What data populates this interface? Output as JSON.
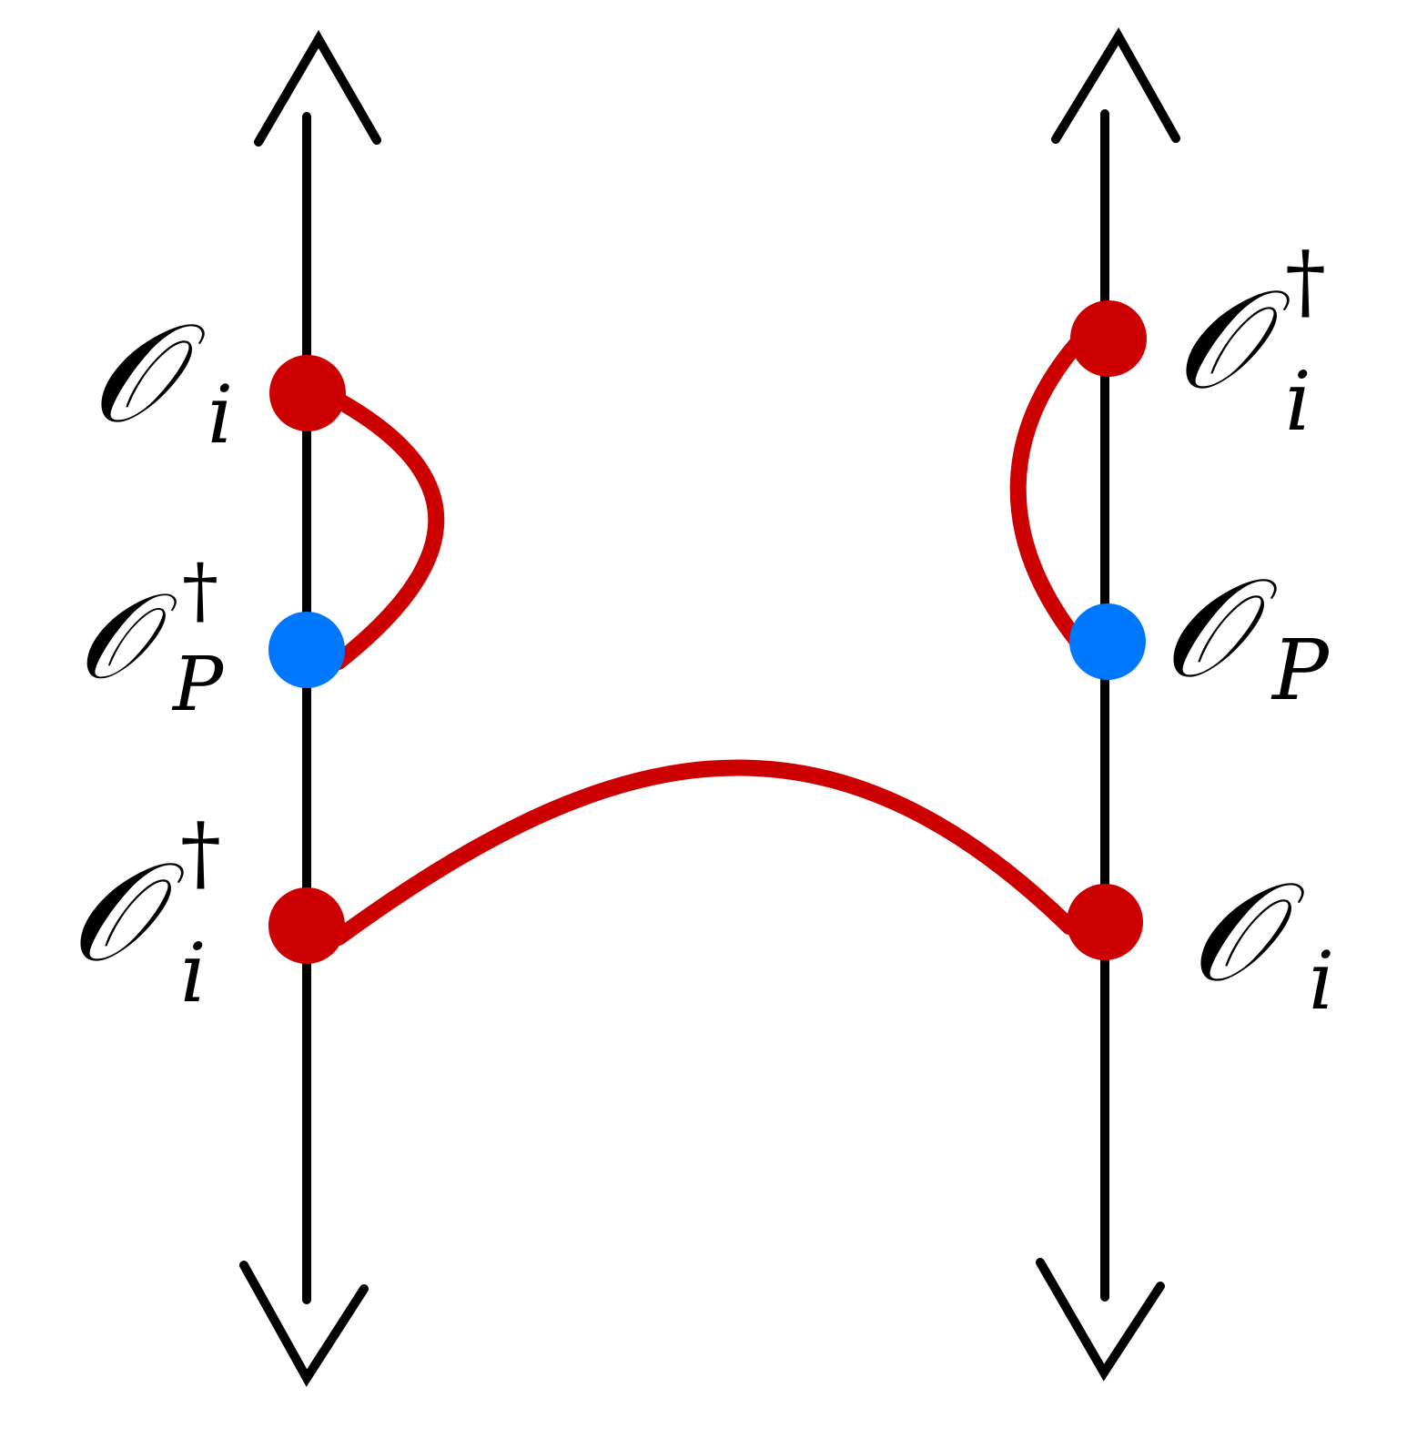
{
  "colors": {
    "axis": "#000000",
    "propagator": "#cc0000",
    "operator_node": "#cc0000",
    "probe_node": "#0077ff",
    "background": "#ffffff"
  },
  "left_line": {
    "top_label": {
      "base": "𝒪",
      "sub": "i",
      "sup": ""
    },
    "middle_label": {
      "base": "𝒪",
      "sub": "P",
      "sup": "†"
    },
    "bottom_label": {
      "base": "𝒪",
      "sub": "i",
      "sup": "†"
    }
  },
  "right_line": {
    "top_label": {
      "base": "𝒪",
      "sub": "i",
      "sup": "†"
    },
    "middle_label": {
      "base": "𝒪",
      "sub": "P",
      "sup": ""
    },
    "bottom_label": {
      "base": "𝒪",
      "sub": "i",
      "sup": ""
    }
  },
  "icons": {
    "up_arrow": "chevron-up-icon",
    "down_arrow": "chevron-down-icon"
  }
}
